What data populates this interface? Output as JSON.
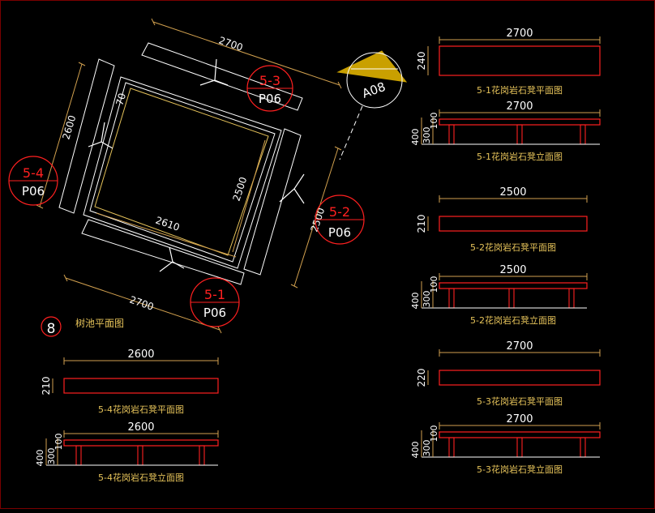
{
  "colors": {
    "background": "#000000",
    "white": "#ffffff",
    "yellow": "#e6c35a",
    "red": "#ff2020",
    "gray": "#c8c8c8",
    "dim_orange": "#d2a14f"
  },
  "plan": {
    "top_length": "2700",
    "left_length": "2600",
    "right_length": "2500",
    "bottom_length": "2700",
    "inner_length_2500": "2500",
    "inner_length_2610": "2610",
    "corner_gap": "70",
    "title": "树池平面图",
    "title_number": "8"
  },
  "callouts": {
    "top": {
      "id": "5-3",
      "sheet": "P06"
    },
    "left": {
      "id": "5-4",
      "sheet": "P06"
    },
    "right": {
      "id": "5-2",
      "sheet": "P06"
    },
    "bottom": {
      "id": "5-1",
      "sheet": "P06"
    },
    "north": {
      "label": "A08"
    }
  },
  "details": [
    {
      "key": "d51p",
      "length": "2700",
      "height": "240",
      "caption": "5-1花岗岩石凳平面图"
    },
    {
      "key": "d51e",
      "length": "2700",
      "h_total": "400",
      "h_mid": "300",
      "h_top": "100",
      "caption": "5-1花岗岩石凳立面图"
    },
    {
      "key": "d52p",
      "length": "2500",
      "height": "210",
      "caption": "5-2花岗岩石凳平面图"
    },
    {
      "key": "d52e",
      "length": "2500",
      "h_total": "400",
      "h_mid": "300",
      "h_top": "100",
      "caption": "5-2花岗岩石凳立面图"
    },
    {
      "key": "d53p",
      "length": "2700",
      "height": "220",
      "caption": "5-3花岗岩石凳平面图"
    },
    {
      "key": "d53e",
      "length": "2700",
      "h_total": "400",
      "h_mid": "300",
      "h_top": "100",
      "caption": "5-3花岗岩石凳立面图"
    },
    {
      "key": "d54p",
      "length": "2600",
      "height": "210",
      "caption": "5-4花岗岩石凳平面图"
    },
    {
      "key": "d54e",
      "length": "2600",
      "h_total": "400",
      "h_mid": "300",
      "h_top": "100",
      "caption": "5-4花岗岩石凳立面图"
    }
  ]
}
